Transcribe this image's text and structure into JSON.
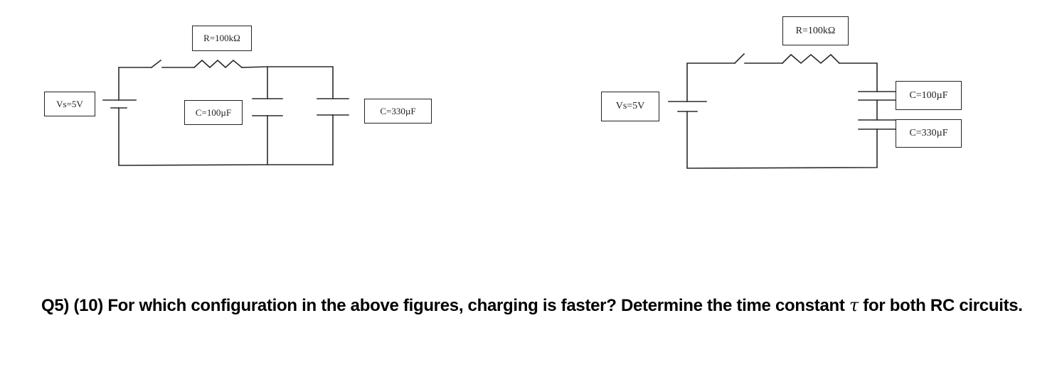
{
  "figures": [
    {
      "id": "parallel",
      "configuration": "parallel capacitors",
      "source_label": "Vs=5V",
      "resistor_label": "R=100kΩ",
      "capacitor_labels": [
        "C=100µF",
        "C=330µF"
      ]
    },
    {
      "id": "series",
      "configuration": "series capacitors",
      "source_label": "Vs=5V",
      "resistor_label": "R=100kΩ",
      "capacitor_labels": [
        "C=100µF",
        "C=330µF"
      ]
    }
  ],
  "question": {
    "prefix": "Q5) (10) For which configuration in the above figures, charging is faster? Determine the time constant ",
    "symbol": "τ",
    "suffix": " for both RC circuits."
  },
  "colors": {
    "line": "#2a2a2a",
    "text": "#000000",
    "background": "#ffffff"
  }
}
